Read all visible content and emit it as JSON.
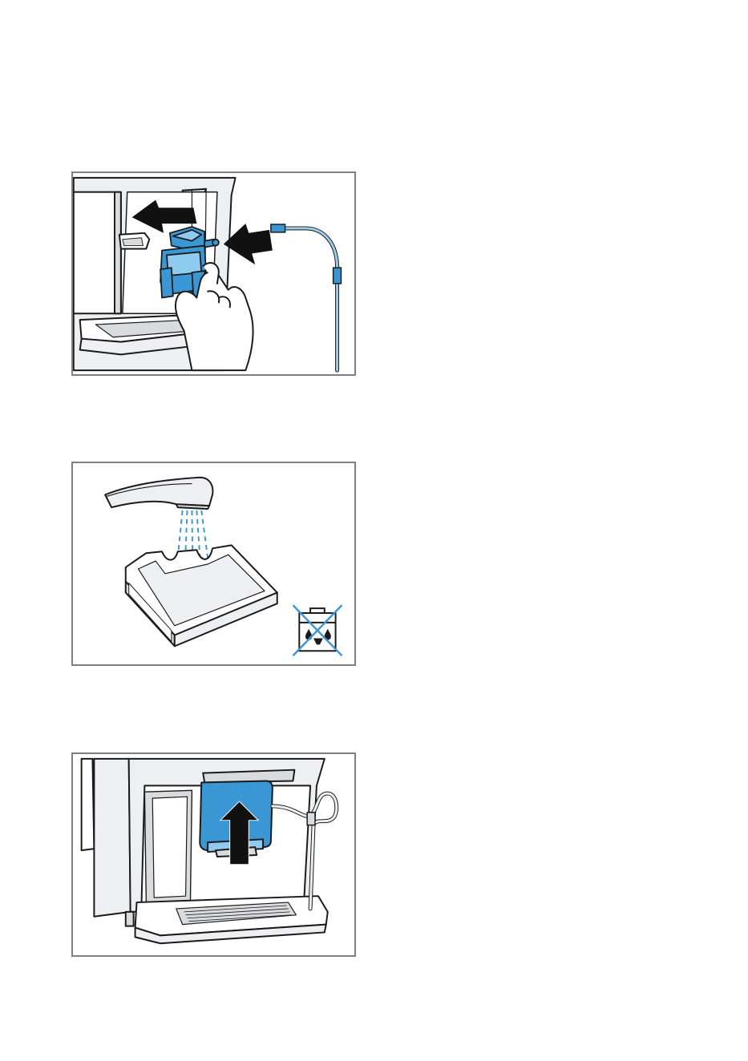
{
  "colors": {
    "frame": "#7f7f7f",
    "line": "#1a1a1a",
    "accent_blue": "#3a97d3",
    "light_blue": "#8ecbef",
    "tube_blue": "#9fcbe6",
    "grey_fill": "#eeeff2",
    "mid_grey": "#d9dbdf",
    "water": "#3a97d3"
  },
  "panels": [
    {
      "id": "attach-milk-system",
      "icons": [
        "arrow-up-left-icon",
        "arrow-left-icon",
        "milk-frother-icon",
        "hand-icon",
        "milk-tube-icon"
      ]
    },
    {
      "id": "rinse-drip-tray",
      "icons": [
        "tap-icon",
        "water-spray-icon",
        "drip-tray-icon",
        "no-dishwasher-icon"
      ]
    },
    {
      "id": "insert-milk-frother",
      "icons": [
        "coffee-machine-icon",
        "milk-frother-icon",
        "arrow-up-icon",
        "milk-tube-icon",
        "drip-grid-icon"
      ]
    }
  ]
}
